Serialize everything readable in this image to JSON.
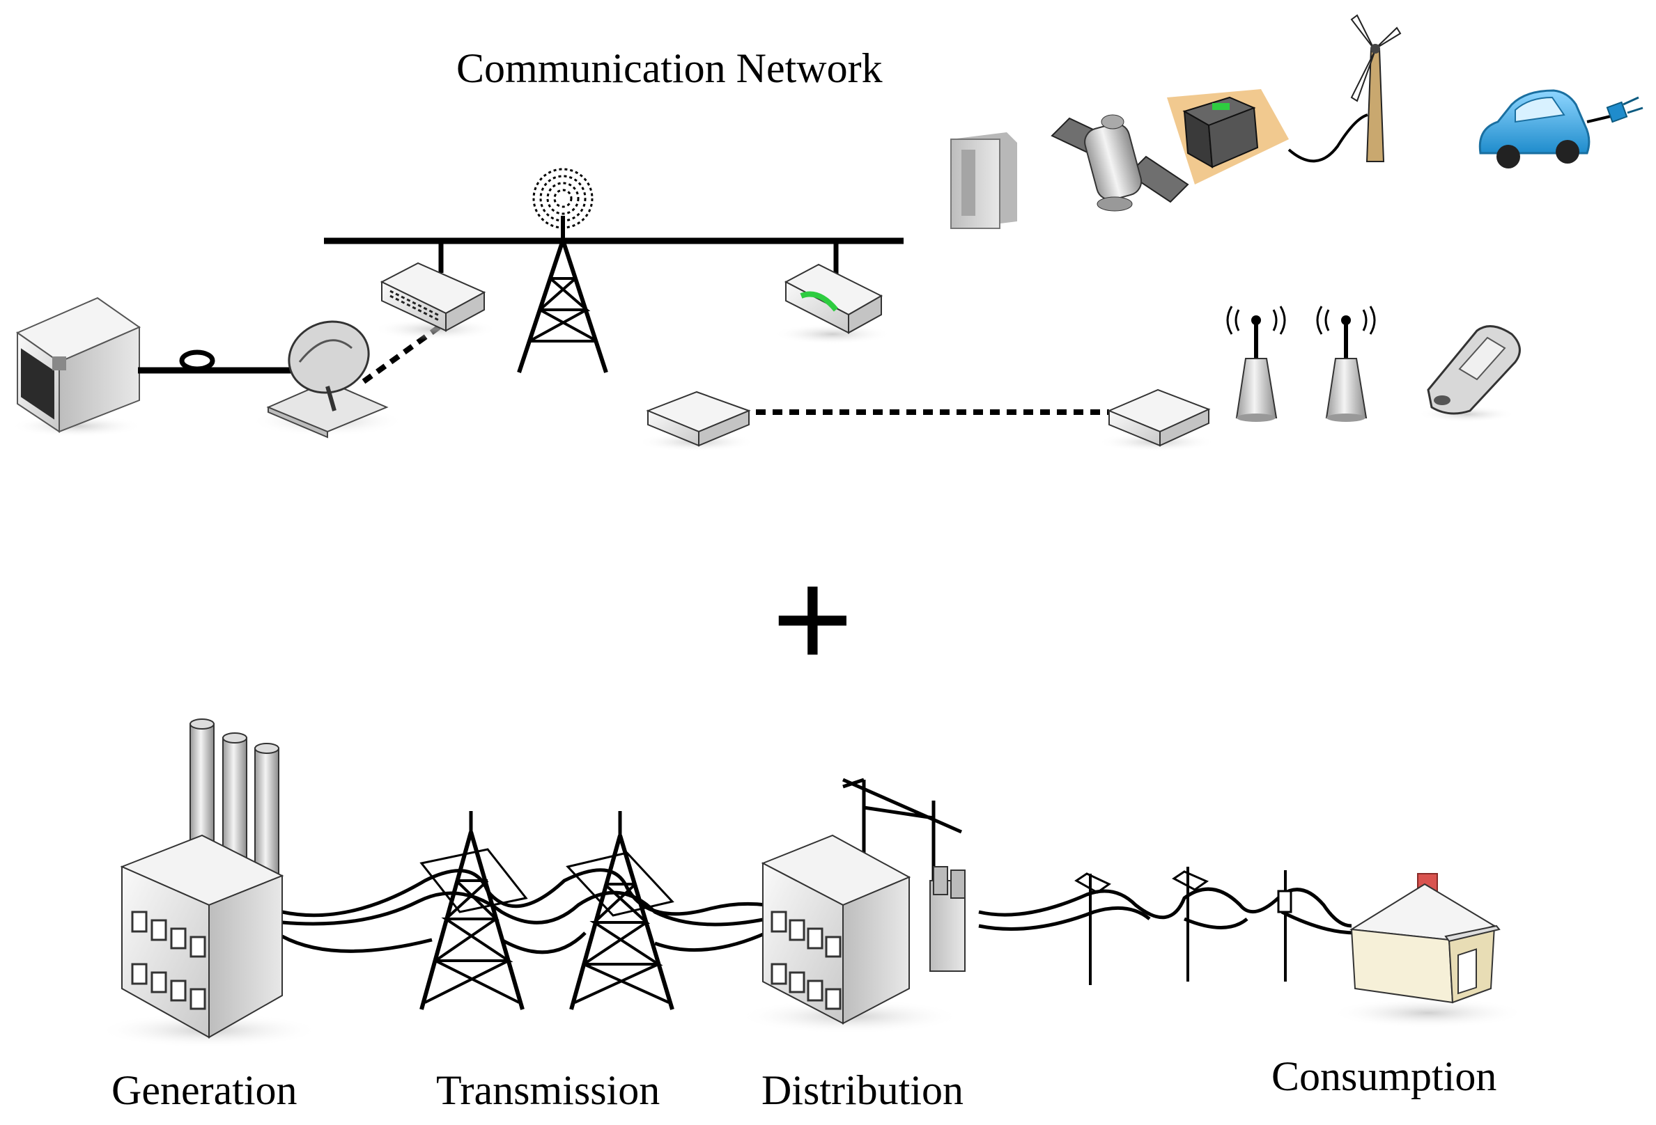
{
  "title": "Communication Network",
  "operator": "+",
  "stages": {
    "generation": "Generation",
    "transmission": "Transmission",
    "distribution": "Distribution",
    "consumption": "Consumption"
  },
  "colors": {
    "line": "#000000",
    "device_light": "#f2f2f2",
    "device_mid": "#cfcfcf",
    "device_dark": "#8a8a8a",
    "battery_pad": "#f1c98f",
    "car": "#3fa9e0",
    "roof": "#f0f0f0",
    "house_wall": "#f6f0d8",
    "chimney": "#d9534f",
    "modem_led": "#2ecc40"
  },
  "icons": {
    "comm": [
      "server-icon",
      "fiber-loop-icon",
      "satellite-dish-icon",
      "switch-icon",
      "radio-tower-icon",
      "router-icon",
      "modem-icon",
      "wireless-ap-icon",
      "mobile-phone-icon",
      "cabinet-icon",
      "satellite-icon",
      "battery-icon",
      "wind-turbine-icon",
      "electric-car-icon"
    ],
    "grid": [
      "power-plant-icon",
      "transmission-tower-icon",
      "substation-icon",
      "utility-pole-icon",
      "house-icon"
    ]
  }
}
